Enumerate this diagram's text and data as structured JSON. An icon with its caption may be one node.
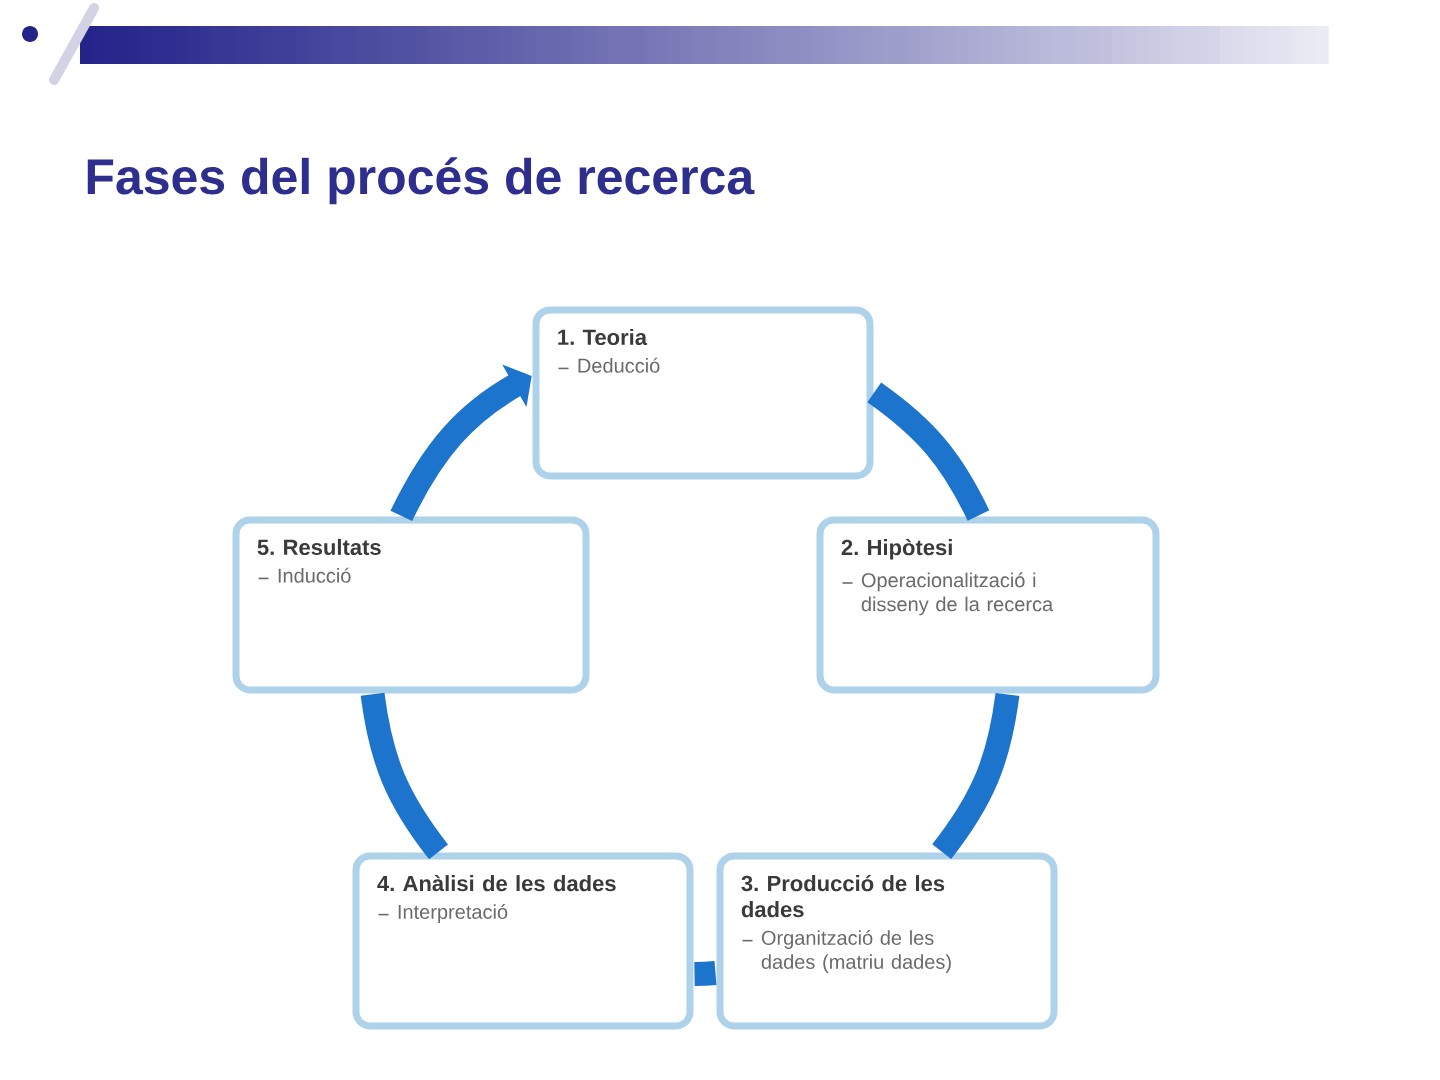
{
  "diagram": {
    "title": "Fases del procés de recerca",
    "nodes": [
      {
        "text": [
          "1. Teoria",
          "Deducció"
        ]
      },
      {
        "text": [
          "2. Hipòtesi",
          "Operacionalització i disseny de la recerca"
        ]
      },
      {
        "text": [
          "3. Producció de les dades",
          "Organització de les dades (matriu dades)"
        ]
      },
      {
        "text": [
          "4. Anàlisi de les dades",
          "Interpretació"
        ]
      },
      {
        "text": [
          "5. Resultats",
          "Inducció"
        ]
      }
    ],
    "edges": [
      {
        "from": 0,
        "to": 1,
        "arrow": "none"
      },
      {
        "from": 1,
        "to": 2,
        "arrow": "none"
      },
      {
        "from": 2,
        "to": 3,
        "arrow": "none"
      },
      {
        "from": 3,
        "to": 4,
        "arrow": "none"
      },
      {
        "from": 4,
        "to": 0,
        "arrow": "to"
      }
    ]
  }
}
